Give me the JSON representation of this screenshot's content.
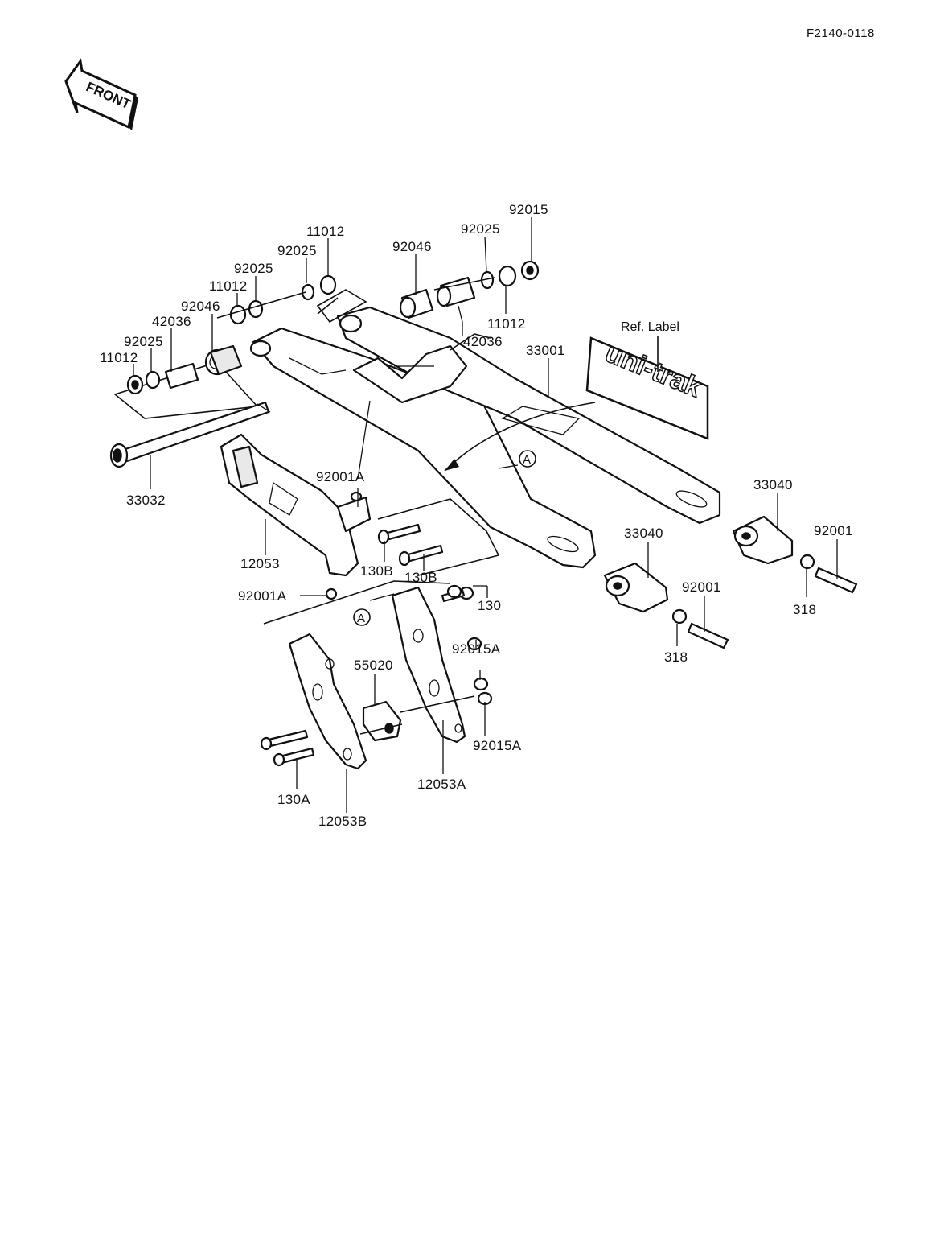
{
  "document_code": "F2140-0118",
  "front_arrow_label": "FRONT",
  "callout_marker": "A",
  "ref_label": {
    "caption": "Ref.  Label",
    "logo_text": "uni-trak"
  },
  "parts": {
    "p92015_top": "92015",
    "p92025_top_right": "92025",
    "p92046_top_right": "92046",
    "p11012_top_right": "11012",
    "p42036_top_right": "42036",
    "p33001": "33001",
    "p11012_top_left": "11012",
    "p92025_top_left_a": "92025",
    "p92025_top_left_b": "92025",
    "p11012_mid_left": "11012",
    "p92046_left": "92046",
    "p42036_left": "42036",
    "p92025_left": "92025",
    "p11012_left": "11012",
    "p33032": "33032",
    "p92001A_upper": "92001A",
    "p12053": "12053",
    "p130B_a": "130B",
    "p130B_b": "130B",
    "p92001A_lower": "92001A",
    "p130": "130",
    "p92015A_upper": "92015A",
    "p55020": "55020",
    "p92015A_lower": "92015A",
    "p12053A": "12053A",
    "p130A": "130A",
    "p12053B": "12053B",
    "p33040_right": "33040",
    "p92001_right": "92001",
    "p318_right": "318",
    "p33040_mid": "33040",
    "p92001_mid": "92001",
    "p318_mid": "318"
  }
}
